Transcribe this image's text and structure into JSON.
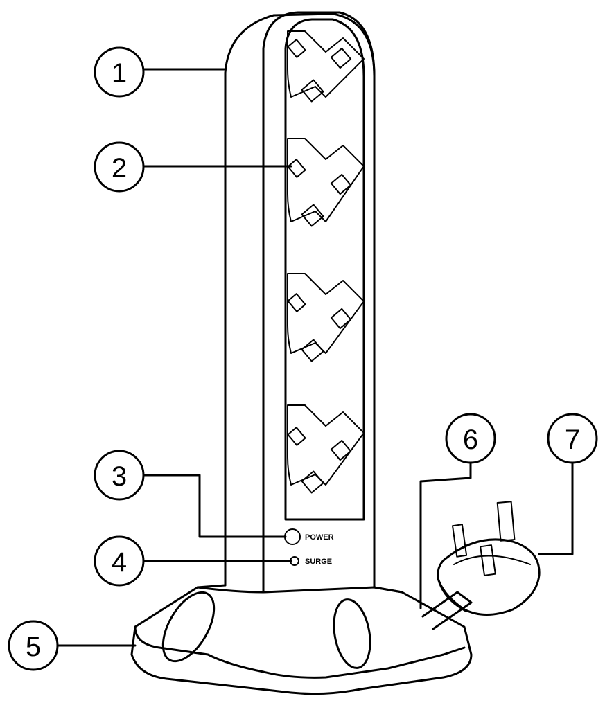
{
  "callouts": [
    {
      "label": "1"
    },
    {
      "label": "2"
    },
    {
      "label": "3"
    },
    {
      "label": "4"
    },
    {
      "label": "5"
    },
    {
      "label": "6"
    },
    {
      "label": "7"
    }
  ],
  "indicators": {
    "power_label": "POWER",
    "surge_label": "SURGE"
  },
  "colors": {
    "stroke": "#000000",
    "background": "#ffffff"
  }
}
